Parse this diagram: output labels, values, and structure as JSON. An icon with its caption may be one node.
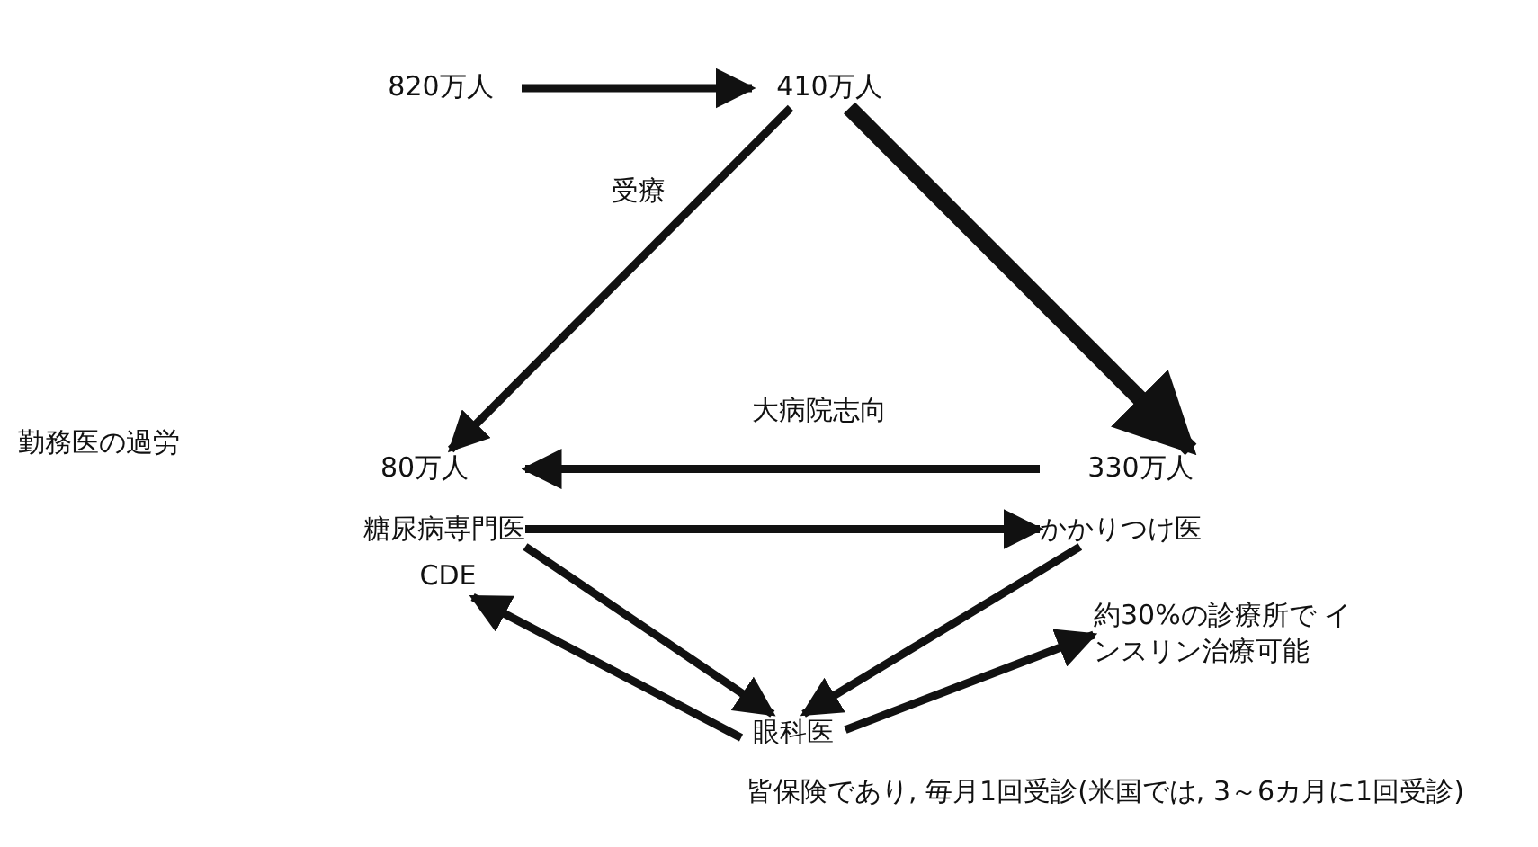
{
  "diagram": {
    "nodes": [
      {
        "text": [
          "820万人"
        ]
      },
      {
        "text": [
          "410万人"
        ]
      },
      {
        "text": [
          "80万人",
          "糖尿病専門医"
        ]
      },
      {
        "text": [
          "330万人",
          "かかりつけ医"
        ]
      },
      {
        "text": [
          "CDE"
        ]
      },
      {
        "text": [
          "眼科医"
        ]
      },
      {
        "text": [
          "約30%の診療所で インスリン治療可能"
        ]
      }
    ],
    "edges": [
      {
        "from": 0,
        "to": 1,
        "arrow": "to"
      },
      {
        "from": 1,
        "to": 2,
        "arrow": "to"
      },
      {
        "from": 1,
        "to": 3,
        "arrow": "to",
        "style": "thick"
      },
      {
        "from": 3,
        "to": 2,
        "arrow": "to",
        "label": "大病院志向"
      },
      {
        "from": 2,
        "to": 3,
        "arrow": "to"
      },
      {
        "from": 2,
        "to": 5,
        "arrow": "to"
      },
      {
        "from": 5,
        "to": 4,
        "arrow": "to"
      },
      {
        "from": 3,
        "to": 5,
        "arrow": "to"
      },
      {
        "from": 5,
        "to": 6,
        "arrow": "to"
      }
    ],
    "labels": [
      "受療",
      "勤務医の過労",
      "皆保険であり, 毎月1回受診(米国では, 3～6カ月に1回受診)"
    ]
  }
}
